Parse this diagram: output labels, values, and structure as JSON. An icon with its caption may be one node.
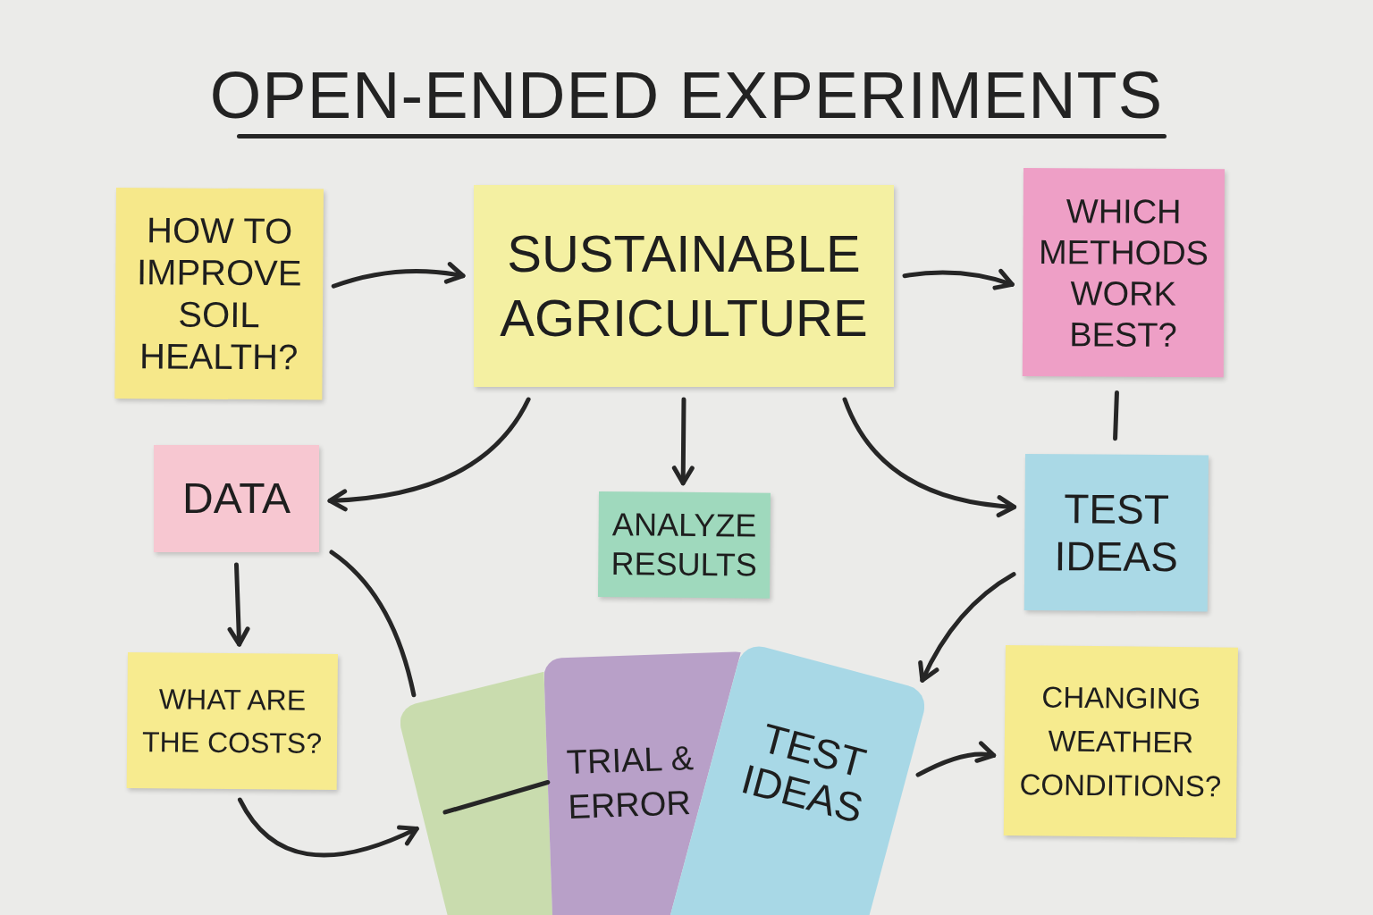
{
  "diagram": {
    "title": "OPEN-ENDED EXPERIMENTS",
    "nodes": [
      {
        "text": [
          "HOW TO IMPROVE SOIL HEALTH?"
        ]
      },
      {
        "text": [
          "SUSTAINABLE AGRICULTURE"
        ]
      },
      {
        "text": [
          "WHICH METHODS WORK BEST?"
        ]
      },
      {
        "text": [
          "DATA"
        ]
      },
      {
        "text": [
          "ANALYZE RESULTS"
        ]
      },
      {
        "text": [
          "TEST IDEAS"
        ]
      },
      {
        "text": [
          "WHAT ARE THE COSTS?"
        ]
      },
      {
        "text": [],
        "shape": "card"
      },
      {
        "text": [
          "TRIAL & ERROR"
        ]
      },
      {
        "text": [
          "TEST IDEAS"
        ]
      },
      {
        "text": [
          "CHANGING WEATHER CONDITIONS?"
        ]
      }
    ],
    "edges": [
      {
        "from": 0,
        "to": 1,
        "arrow": "to"
      },
      {
        "from": 1,
        "to": 2,
        "arrow": "to"
      },
      {
        "from": 1,
        "to": 3,
        "arrow": "to"
      },
      {
        "from": 1,
        "to": 4,
        "arrow": "to"
      },
      {
        "from": 1,
        "to": 5,
        "arrow": "to"
      },
      {
        "from": 2,
        "to": 5,
        "arrow": "none"
      },
      {
        "from": 3,
        "to": 6,
        "arrow": "to"
      },
      {
        "from": 3,
        "to": 7,
        "arrow": "none"
      },
      {
        "from": 6,
        "to": 7,
        "arrow": "to"
      },
      {
        "from": 7,
        "to": 8,
        "arrow": "none"
      },
      {
        "from": 5,
        "to": 9,
        "arrow": "to"
      },
      {
        "from": 9,
        "to": 10,
        "arrow": "to"
      }
    ]
  }
}
